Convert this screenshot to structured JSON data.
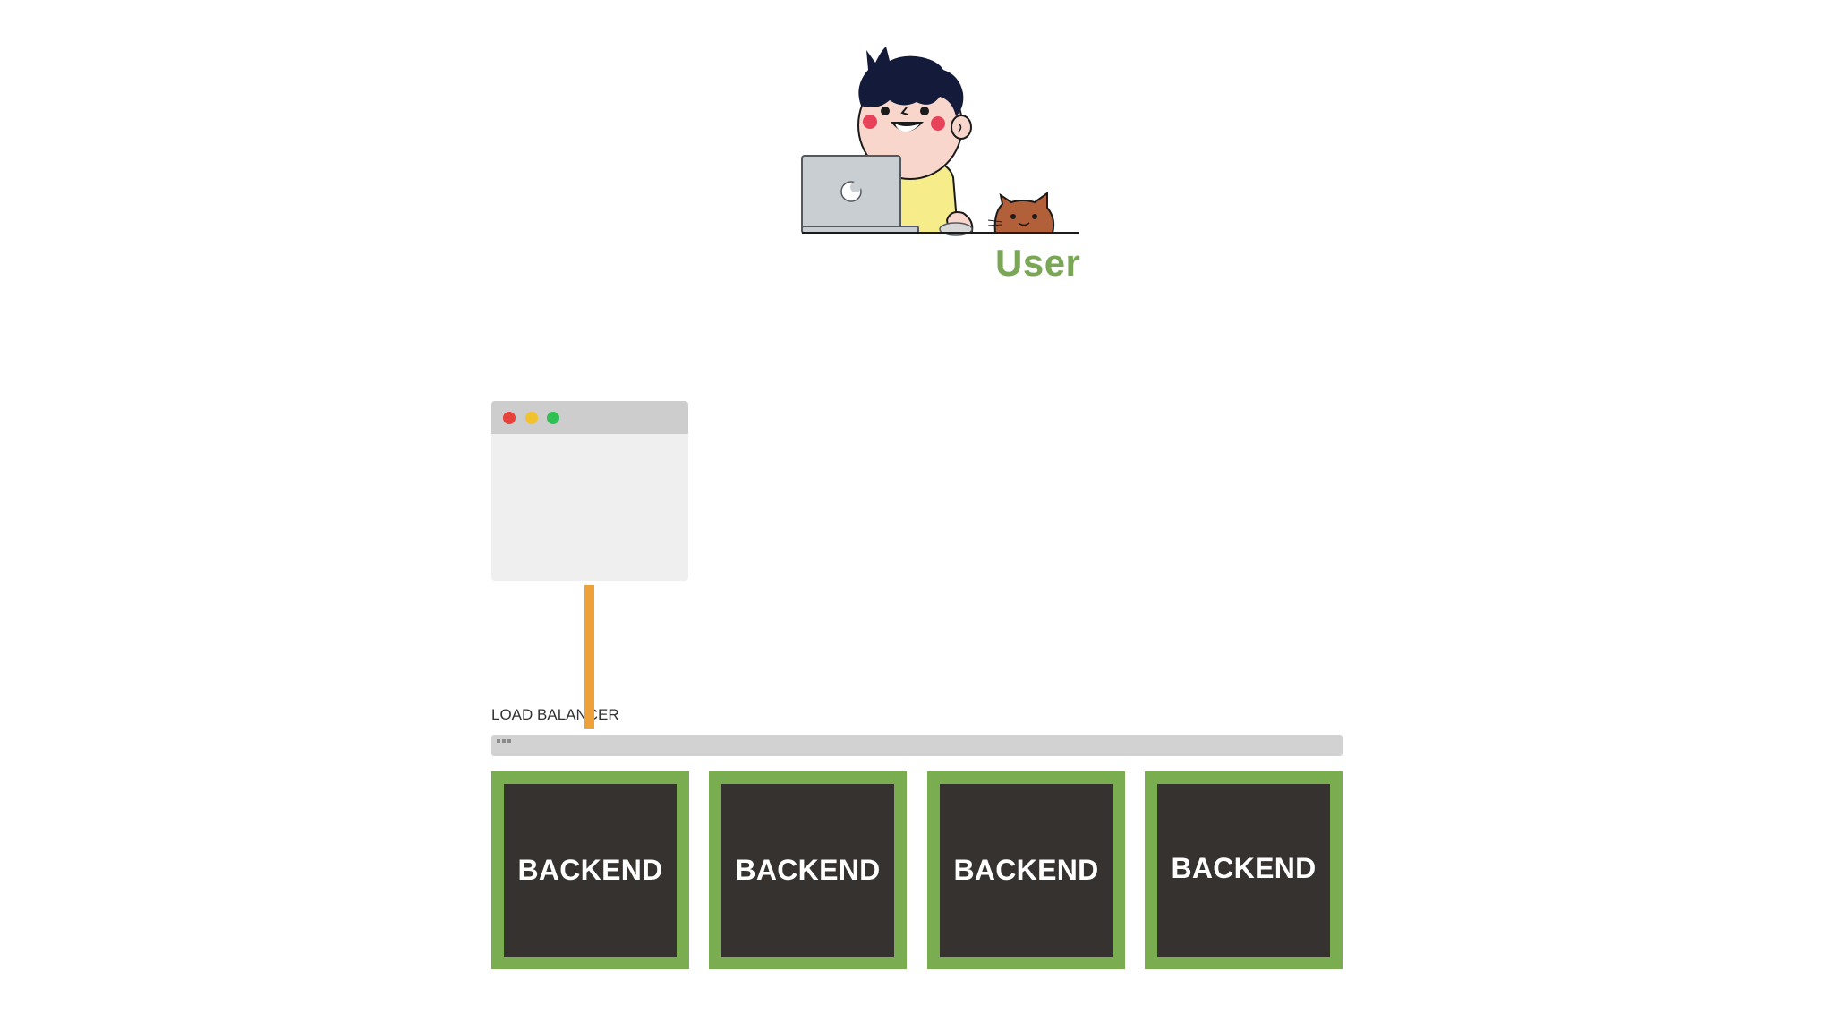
{
  "user": {
    "label": "User",
    "icon": "user-with-laptop-and-cat-icon",
    "label_color": "#7aa755"
  },
  "browser": {
    "icon": "browser-window-icon",
    "dots": [
      "#e8413b",
      "#f2c12e",
      "#2fbf53"
    ]
  },
  "connector": {
    "color": "#eda13a"
  },
  "load_balancer": {
    "label": "LOAD BALANCER",
    "bar_color": "#d2d2d2"
  },
  "backends": [
    {
      "label": "BACKEND"
    },
    {
      "label": "BACKEND"
    },
    {
      "label": "BACKEND"
    },
    {
      "label": "BACKEND"
    }
  ],
  "colors": {
    "backend_border": "#79ad4f",
    "backend_fill": "#363230"
  }
}
